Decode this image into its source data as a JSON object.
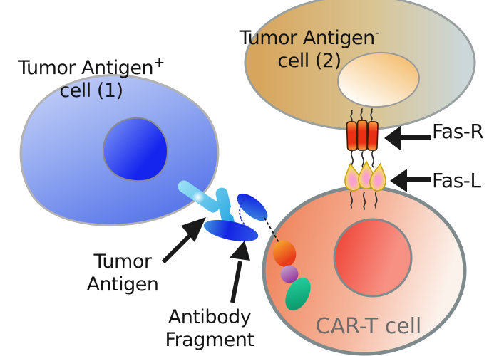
{
  "cells": {
    "cell1": {
      "title": "Tumor Antigen",
      "sup": "+",
      "subtitle": "cell (1)"
    },
    "cell2": {
      "title": "Tumor Antigen",
      "sup": "-",
      "subtitle": "cell (2)"
    },
    "cart": {
      "label": "CAR-T cell"
    }
  },
  "labels": {
    "fas_r": "Fas-R",
    "fas_l": "Fas-L",
    "tumor_antigen": {
      "line1": "Tumor",
      "line2": "Antigen"
    },
    "antibody_fragment": {
      "line1": "Antibody",
      "line2": "Fragment"
    }
  },
  "molecules": {
    "fas_r_count": "3",
    "fas_l_count": "3"
  },
  "colors": {
    "cell1_body": "#93a9f1",
    "cell1_body_light": "#ccd6f8",
    "cell1_body_deep": "#5b78ea",
    "cell1_nucleus": "#1525ee",
    "cell1_nucleus_light": "#809bf4",
    "cell2_body_left": "#d7a55c",
    "cell2_body_right": "#cbd7d9",
    "cell2_nucleus": "#f3bc6d",
    "cart_body": "#ee7f55",
    "cart_body_light": "#fbf2ec",
    "cart_nucleus": "#ef4738",
    "cart_outline": "#7e8a8c",
    "fas_r": "#e93014",
    "fas_r_edge": "#f59c44",
    "fas_l_outer": "#f6ee3e",
    "fas_l_inner": "#f89fd4",
    "antigen": "#1ca2df",
    "antigen_light": "#9fe2f6",
    "antibody": "#1424e2",
    "antibody_light": "#3f93dc",
    "car_orange": "#f59d2a",
    "car_red": "#e63c1a",
    "car_purple": "#993d9c",
    "car_purple_light": "#c4a6cc",
    "car_green": "#25cfa0",
    "car_green_deep": "#0c9c6c",
    "arrow": "#1a1a1a"
  }
}
